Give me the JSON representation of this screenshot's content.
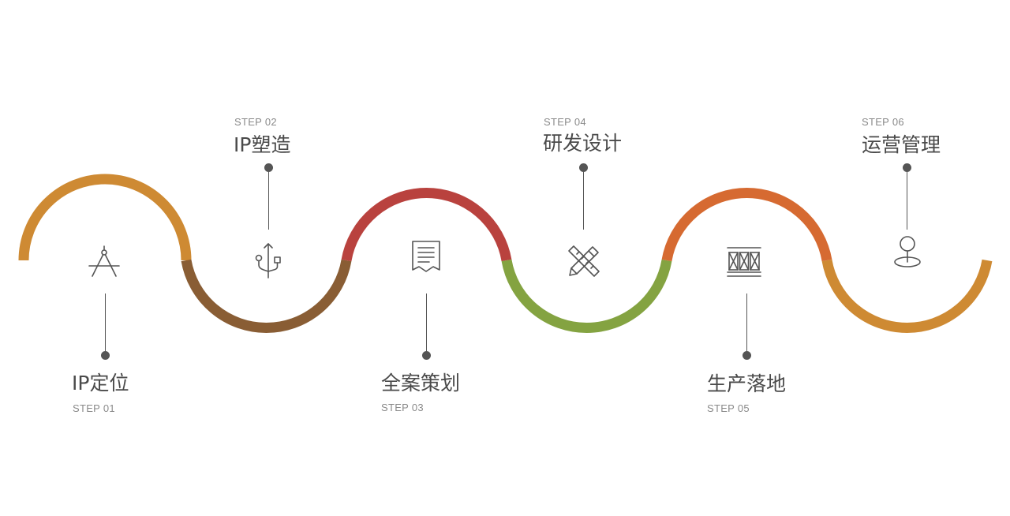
{
  "steps": [
    {
      "number": "STEP 01",
      "title": "IP定位",
      "icon": "drafting-compass-icon",
      "color": "#CE8A33"
    },
    {
      "number": "STEP 02",
      "title": "IP塑造",
      "icon": "usb-icon",
      "color": "#895D34"
    },
    {
      "number": "STEP 03",
      "title": "全案策划",
      "icon": "document-receipt-icon",
      "color": "#B9423E"
    },
    {
      "number": "STEP 04",
      "title": "研发设计",
      "icon": "pencil-ruler-icon",
      "color": "#84A341"
    },
    {
      "number": "STEP 05",
      "title": "生产落地",
      "icon": "production-crates-icon",
      "color": "#D66A31"
    },
    {
      "number": "STEP 06",
      "title": "运营管理",
      "icon": "location-pin-icon",
      "color": "#CE8A33"
    }
  ]
}
